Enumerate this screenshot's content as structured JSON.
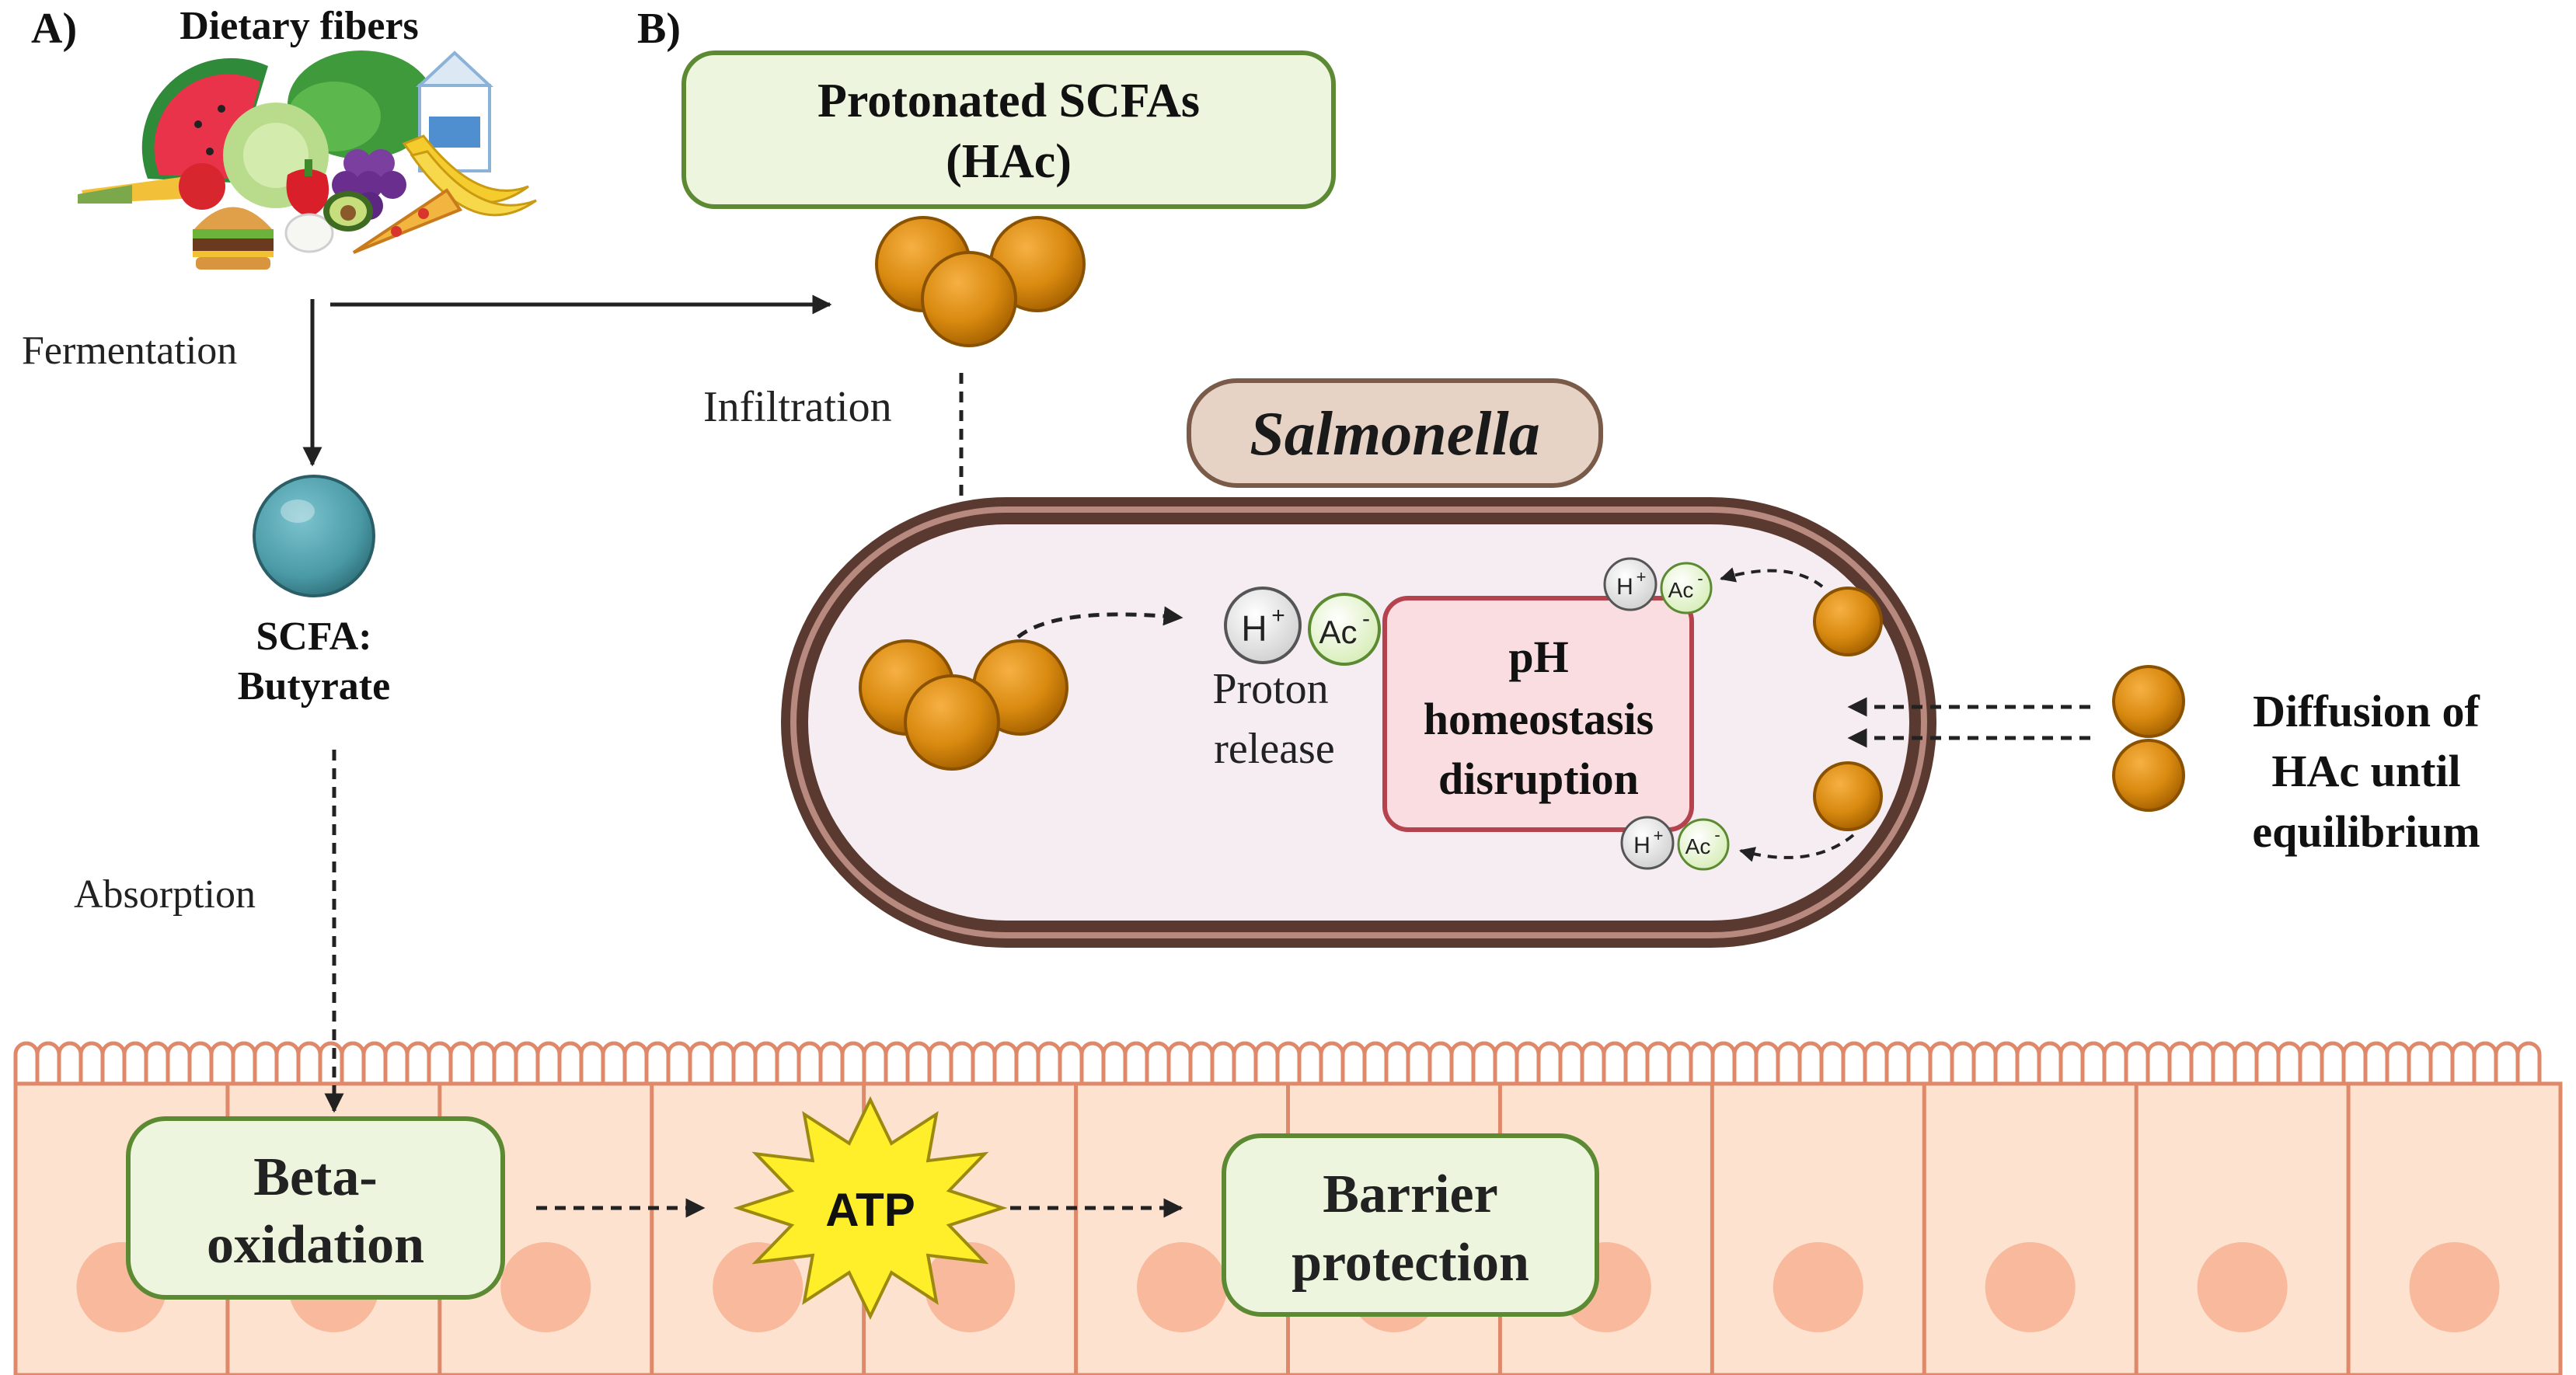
{
  "panel_a": {
    "label": "A)",
    "food_title": "Dietary fibers",
    "fermentation_label": "Fermentation",
    "scfa_line1": "SCFA:",
    "scfa_line2": "Butyrate",
    "absorption_label": "Absorption",
    "beta_line1": "Beta-",
    "beta_line2": "oxidation",
    "atp_label": "ATP",
    "barrier_line1": "Barrier",
    "barrier_line2": "protection"
  },
  "panel_b": {
    "label": "B)",
    "protonated_line1": "Protonated SCFAs",
    "protonated_line2": "(HAc)",
    "infiltration_label": "Infiltration",
    "organism_label": "Salmonella",
    "h_ion": "H",
    "h_charge": "+",
    "ac_ion": "Ac",
    "ac_charge": "-",
    "proton_line1": "Proton",
    "proton_line2": "release",
    "ph_line1": "pH",
    "ph_line2": "homeostasis",
    "ph_line3": "disruption",
    "diffusion_line1": "Diffusion of",
    "diffusion_line2": "HAc until",
    "diffusion_line3": "equilibrium"
  },
  "colors": {
    "green_box_fill": "#eef5de",
    "green_box_stroke": "#5c8a33",
    "molecule_orange": "#d98a10",
    "molecule_dark": "#9c5c00",
    "butyrate_teal": "#4a9aa6",
    "membrane_brown": "#5a3a30",
    "cell_fill": "#f5edf2",
    "ph_fill": "#f9dde1",
    "ph_stroke": "#b4434e",
    "epithelium_fill": "#fde2cf",
    "epithelium_stroke": "#e0896a",
    "nucleus_fill": "#f8b99c",
    "atp_fill": "#ffee2a",
    "salmonella_fill": "#e6d3c6",
    "salmonella_stroke": "#7a5a48"
  }
}
